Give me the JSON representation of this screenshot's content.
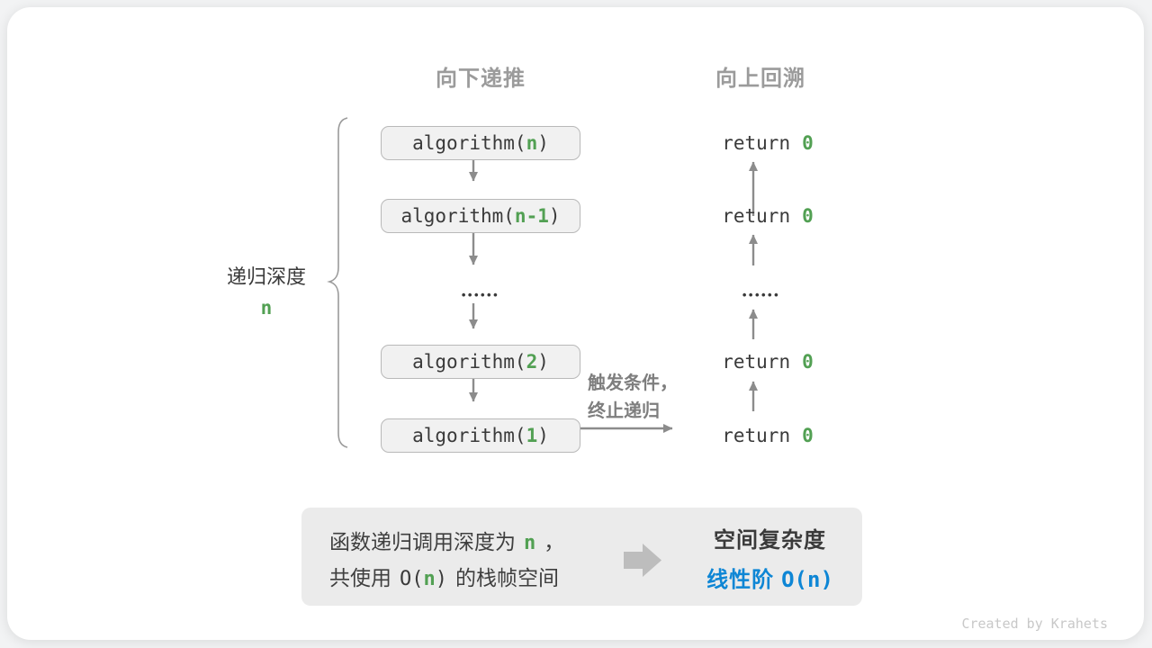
{
  "colors": {
    "accent_green": "#52a053",
    "accent_blue": "#0e86d5",
    "dark_text": "#3a3a3a",
    "header_gray": "#9b9b9b",
    "arrow_gray": "#8c8c8c",
    "box_fill": "#f1f1f1",
    "box_border": "#b9b9b9",
    "summary_bg": "#ebebeb",
    "watermark_gray": "#c8c8c8"
  },
  "headers": {
    "downward": "向下递推",
    "upward": "向上回溯"
  },
  "depth_label": {
    "text": "递归深度",
    "value": "n"
  },
  "stack": {
    "ellipsis": "••••••",
    "calls": [
      {
        "prefix": "algorithm(",
        "arg": "n",
        "suffix": ")"
      },
      {
        "prefix": "algorithm(",
        "arg": "n-1",
        "suffix": ")"
      },
      {
        "prefix": "algorithm(",
        "arg": "2",
        "suffix": ")"
      },
      {
        "prefix": "algorithm(",
        "arg": "1",
        "suffix": ")"
      }
    ],
    "returns": [
      {
        "keyword": "return",
        "value": "0"
      },
      {
        "keyword": "return",
        "value": "0"
      },
      {
        "keyword": "return",
        "value": "0"
      },
      {
        "keyword": "return",
        "value": "0"
      }
    ]
  },
  "note": {
    "line1": "触发条件，",
    "line2": "终止递归"
  },
  "summary": {
    "line1": {
      "before": "函数递归调用深度为",
      "highlight": "n",
      "after": "，"
    },
    "line2": {
      "before": "共使用",
      "o_open": "O(",
      "highlight": "n",
      "o_close": ")",
      "after": "的栈帧空间"
    },
    "result_title": "空间复杂度",
    "result_label": "线性阶",
    "result_value": "O(n)"
  },
  "watermark": {
    "text": "Created by Krahets"
  }
}
